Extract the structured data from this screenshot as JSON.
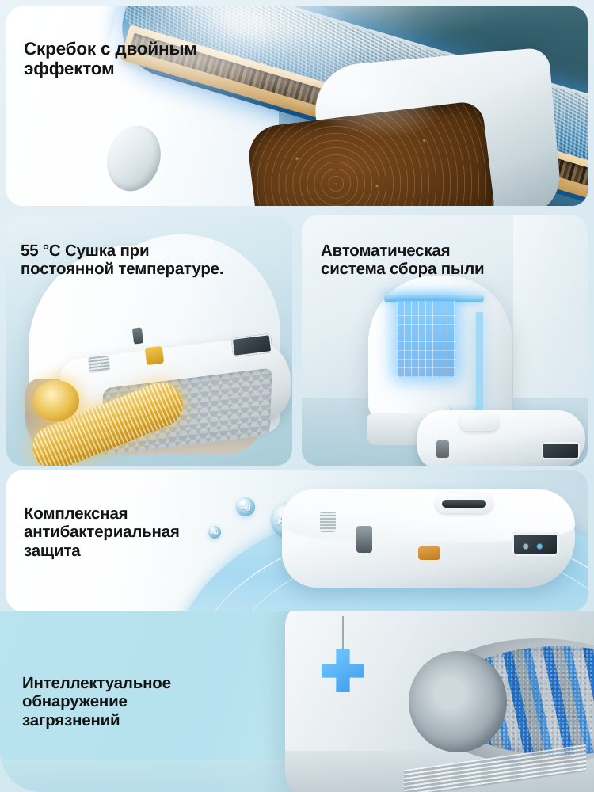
{
  "page": {
    "language": "ru",
    "background_color": "#dbeaf2",
    "heading_color": "#141414",
    "accent_color": "#2a8fd8"
  },
  "panels": [
    {
      "id": "dual-effect-scraper",
      "heading": "Скребок с двойным\nэффектом",
      "image_subject": "Разрез мойки валика: скребок с двойным эффектом счищает грязь с валика"
    },
    {
      "id": "constant-temperature-drying",
      "heading": "55 °C Сушка при\nпостоянной температуре.",
      "image_subject": "Робот-пылесос в док-станции с тёплой сушкой щётки"
    },
    {
      "id": "auto-dust-collection",
      "heading": "Автоматическая\nсистема сбора пыли",
      "image_subject": "Док-станция с пылесборником и роботом-пылесосом"
    },
    {
      "id": "antibacterial-protection",
      "heading": "Комплексная\nантибактериальная\nзащита",
      "image_subject": "Робот-пылесос и ионы серебра над водной волной",
      "bubbles": [
        "Ag",
        "Ag⁺",
        "Ag",
        "Ag"
      ]
    },
    {
      "id": "smart-dirt-detection",
      "heading": "Интеллектуальное\nобнаружение\nзагрязнений",
      "image_subject": "Датчик загрязнения подсвечен синим рядом со щёткой"
    }
  ]
}
